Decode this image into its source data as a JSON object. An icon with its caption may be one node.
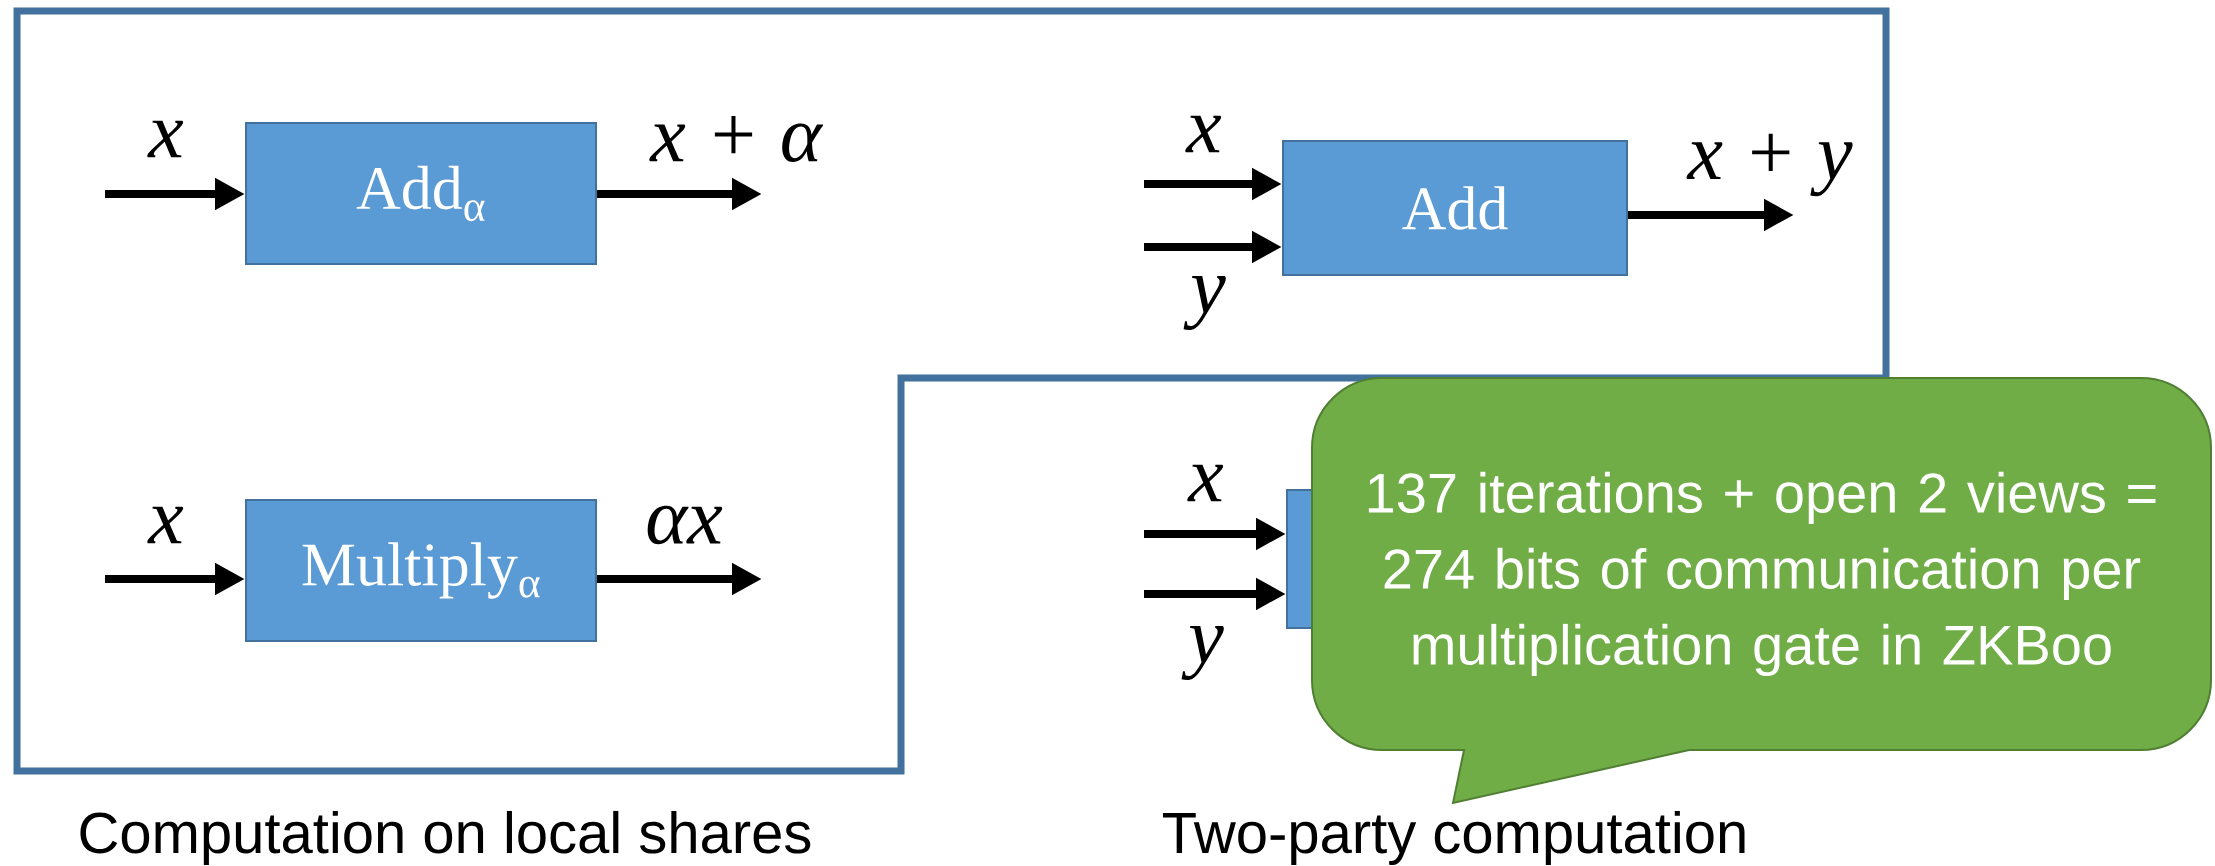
{
  "diagram": {
    "nodes": [
      {
        "text": [
          "Computation on local shares"
        ]
      },
      {
        "text": [
          "Add$_{α}$"
        ],
        "in": 0
      },
      {
        "text": [
          "Multiply$_{α}$"
        ],
        "in": 0
      },
      {
        "text": [
          "Add"
        ],
        "in": 0
      },
      {
        "text": [],
        "shape": "box"
      },
      {
        "text": [
          "137 iterations + open 2 views = 274 bits of communication per multiplication gate in ZKBoo"
        ]
      }
    ],
    "edges": [
      {
        "from": null,
        "to": 1,
        "arrow": "to",
        "label": "x"
      },
      {
        "from": 1,
        "to": null,
        "arrow": "to",
        "label": "x + α"
      },
      {
        "from": null,
        "to": 2,
        "arrow": "to",
        "label": "x"
      },
      {
        "from": 2,
        "to": null,
        "arrow": "to",
        "label": "αx"
      },
      {
        "from": null,
        "to": 3,
        "arrow": "to",
        "label": "x"
      },
      {
        "from": null,
        "to": 3,
        "arrow": "to",
        "label": "y"
      },
      {
        "from": 3,
        "to": null,
        "arrow": "to",
        "label": "x + y"
      },
      {
        "from": null,
        "to": 4,
        "arrow": "to",
        "label": "x"
      },
      {
        "from": null,
        "to": 4,
        "arrow": "to",
        "label": "y"
      }
    ],
    "labels": [
      "Two-party computation"
    ]
  }
}
